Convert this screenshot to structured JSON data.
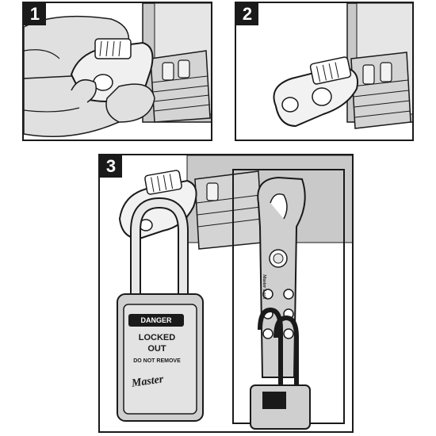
{
  "steps": [
    {
      "number": "1"
    },
    {
      "number": "2"
    },
    {
      "number": "3"
    }
  ],
  "padlock": {
    "tag": "DANGER",
    "line1": "LOCKED",
    "line2": "OUT",
    "line3": "DO NOT REMOVE",
    "brand": "Master"
  },
  "hasp_brand": "Master Lock",
  "colors": {
    "ink": "#1a1a1a",
    "device_gray": "#d9d9d9",
    "lock_gray": "#cfcfcf",
    "wall_gray": "#bdbdbd"
  }
}
